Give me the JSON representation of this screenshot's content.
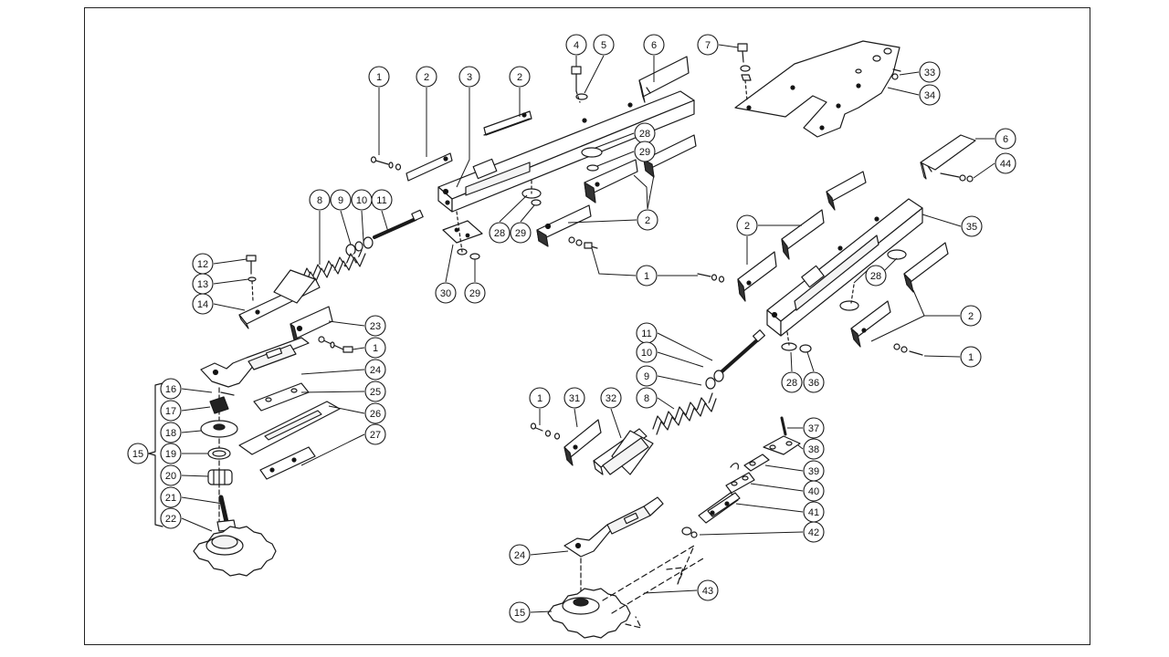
{
  "diagram": {
    "callouts": [
      "1",
      "2",
      "3",
      "4",
      "5",
      "6",
      "7",
      "8",
      "9",
      "10",
      "11",
      "12",
      "13",
      "14",
      "15",
      "16",
      "17",
      "18",
      "19",
      "20",
      "21",
      "22",
      "23",
      "24",
      "25",
      "26",
      "27",
      "28",
      "29",
      "30",
      "31",
      "32",
      "33",
      "34",
      "35",
      "36",
      "37",
      "38",
      "39",
      "40",
      "41",
      "42",
      "43",
      "44"
    ],
    "colors": {
      "line": "#1a1a1a",
      "fill": "#ffffff",
      "dark": "#111111"
    }
  }
}
